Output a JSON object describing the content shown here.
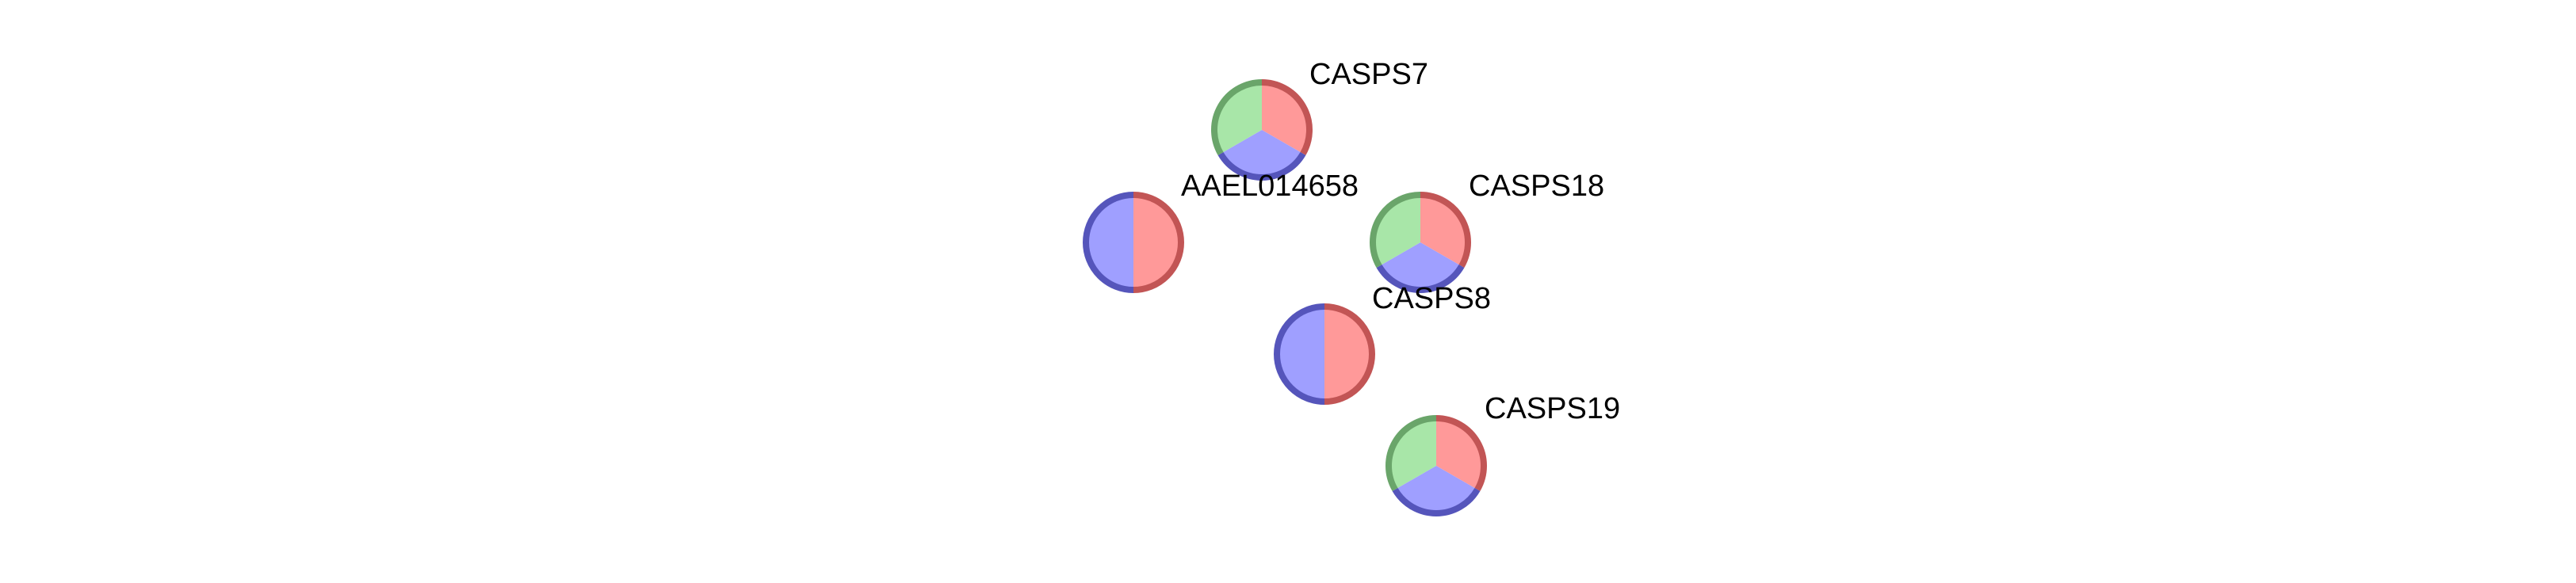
{
  "network": {
    "colors": {
      "red_fill": "#ff9999",
      "red_stroke": "#c25555",
      "green_fill": "#a8e6a8",
      "green_stroke": "#6aa56a",
      "blue_fill": "#9f9fff",
      "blue_stroke": "#5555bb"
    },
    "nodes": [
      {
        "id": "CASPS7",
        "label": "CASPS7",
        "segments": [
          "red",
          "blue",
          "green"
        ]
      },
      {
        "id": "AAEL014658",
        "label": "AAEL014658",
        "segments": [
          "red",
          "blue"
        ]
      },
      {
        "id": "CASPS18",
        "label": "CASPS18",
        "segments": [
          "red",
          "blue",
          "green"
        ]
      },
      {
        "id": "CASPS8",
        "label": "CASPS8",
        "segments": [
          "red",
          "blue"
        ]
      },
      {
        "id": "CASPS19",
        "label": "CASPS19",
        "segments": [
          "red",
          "blue",
          "green"
        ]
      }
    ]
  }
}
